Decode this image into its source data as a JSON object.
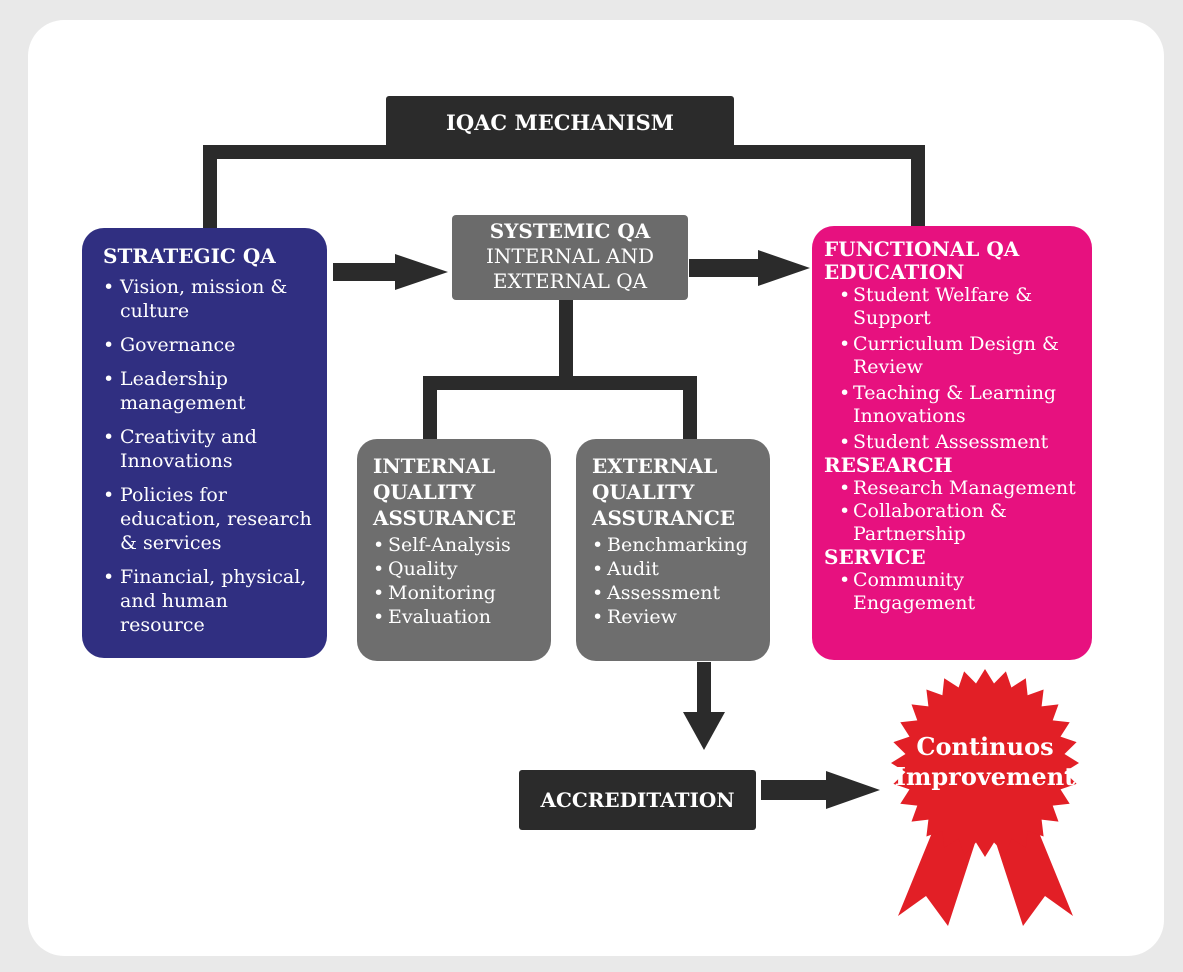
{
  "diagram": {
    "title": "IQAC MECHANISM",
    "systemic": {
      "title": "SYSTEMIC QA",
      "line2": "INTERNAL AND",
      "line3": "EXTERNAL QA"
    },
    "strategic": {
      "title": "STRATEGIC QA",
      "items": [
        "Vision, mission & culture",
        "Governance",
        "Leadership management",
        "Creativity and Innovations",
        "Policies for education, research & services",
        "Financial, physical, and human resource"
      ]
    },
    "internal": {
      "title": "INTERNAL QUALITY ASSURANCE",
      "items": [
        "Self-Analysis",
        "Quality",
        "Monitoring",
        "Evaluation"
      ]
    },
    "external": {
      "title": "EXTERNAL QUALITY ASSURANCE",
      "items": [
        "Benchmarking",
        "Audit",
        "Assessment",
        "Review"
      ]
    },
    "functional": {
      "title": "FUNCTIONAL QA",
      "education": {
        "label": "EDUCATION",
        "items": [
          "Student Welfare & Support",
          "Curriculum Design & Review",
          "Teaching & Learning Innovations",
          "Student Assessment"
        ]
      },
      "research": {
        "label": "RESEARCH",
        "items": [
          "Research  Management",
          "Collaboration & Partnership"
        ]
      },
      "service": {
        "label": "SERVICE",
        "items": [
          "Community Engagement"
        ]
      }
    },
    "accreditation": "ACCREDITATION",
    "badge": {
      "line1": "Continuos",
      "line2": "Improvement"
    }
  },
  "colors": {
    "strategic": "#302f81",
    "functional": "#e7117f",
    "systemic": "#6b6b6b",
    "assurance": "#6e6e6e",
    "dark": "#2b2b2b",
    "badge": "#e21f26"
  }
}
